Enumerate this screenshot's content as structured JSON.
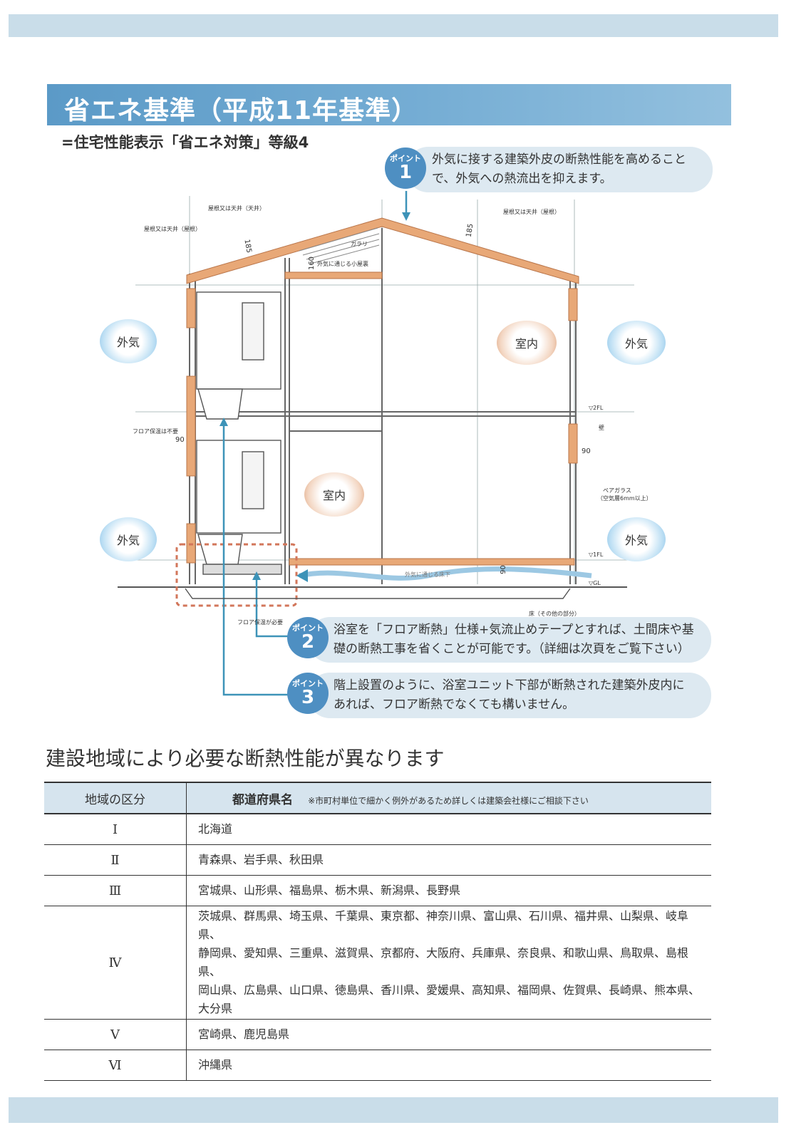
{
  "title": "省エネ基準（平成11年基準）",
  "subtitle": "=住宅性能表示「省エネ対策」等級4",
  "diagram": {
    "outside_label": "外気",
    "inside_label": "室内",
    "labels": {
      "roof_ceiling_1": "屋根又は天井（天井）",
      "roof_ceiling_2": "屋根又は天井（屋根）",
      "roof_ceiling_3": "屋根又は天井（屋根）",
      "gallery": "ガラリ",
      "attic": "外気に通じる小屋裏",
      "floor_insulation_not_needed": "フロア保温は不要",
      "floor_insulation_needed": "フロア保温が必要",
      "wall": "壁",
      "pair_glass": "ペアガラス",
      "pair_glass_note": "（空気層6mm以上）",
      "floor_other": "床（その他の部分）",
      "fl2": "▽2FL",
      "fl1": "▽1FL",
      "gl": "▽GL",
      "underfloor": "外気に通じる床下"
    },
    "dimensions": {
      "roof_left": "185",
      "roof_right": "185",
      "ceiling": "160",
      "floor_left": "90",
      "wall_right": "90",
      "floor_bottom": "90"
    }
  },
  "points": [
    {
      "word": "ポイント",
      "num": "1",
      "lines": [
        "外気に接する建築外皮の断熱性能を高めること",
        "で、外気への熱流出を抑えます。"
      ]
    },
    {
      "word": "ポイント",
      "num": "2",
      "lines": [
        "浴室を「フロア断熱」仕様+気流止めテープとすれば、土間床や基",
        "礎の断熱工事を省くことが可能です。（詳細は次頁をご覧下さい）"
      ]
    },
    {
      "word": "ポイント",
      "num": "3",
      "lines": [
        "階上設置のように、浴室ユニット下部が断熱された建築外皮内に",
        "あれば、フロア断熱でなくても構いません。"
      ]
    }
  ],
  "section_heading": "建設地域により必要な断熱性能が異なります",
  "table": {
    "header_region": "地域の区分",
    "header_prefs": "都道府県名",
    "header_note": "※市町村単位で細かく例外があるため詳しくは建築会社様にご相談下さい",
    "rows": [
      {
        "region": "Ⅰ",
        "prefs": [
          "北海道"
        ]
      },
      {
        "region": "Ⅱ",
        "prefs": [
          "青森県、岩手県、秋田県"
        ]
      },
      {
        "region": "Ⅲ",
        "prefs": [
          "宮城県、山形県、福島県、栃木県、新潟県、長野県"
        ]
      },
      {
        "region": "Ⅳ",
        "prefs": [
          "茨城県、群馬県、埼玉県、千葉県、東京都、神奈川県、富山県、石川県、福井県、山梨県、岐阜県、",
          "静岡県、愛知県、三重県、滋賀県、京都府、大阪府、兵庫県、奈良県、和歌山県、鳥取県、島根県、",
          "岡山県、広島県、山口県、徳島県、香川県、愛媛県、高知県、福岡県、佐賀県、長崎県、熊本県、大分県"
        ]
      },
      {
        "region": "Ⅴ",
        "prefs": [
          "宮崎県、鹿児島県"
        ]
      },
      {
        "region": "Ⅵ",
        "prefs": [
          "沖縄県"
        ]
      }
    ]
  },
  "colors": {
    "band": "#c9dde9",
    "title_bar": "#5b9ac7",
    "insulation": "#e8a877",
    "point_badge": "#4e8fc2",
    "pill": "#dde9f1",
    "arrow": "#3d93b8",
    "dotted": "#d2765a"
  }
}
